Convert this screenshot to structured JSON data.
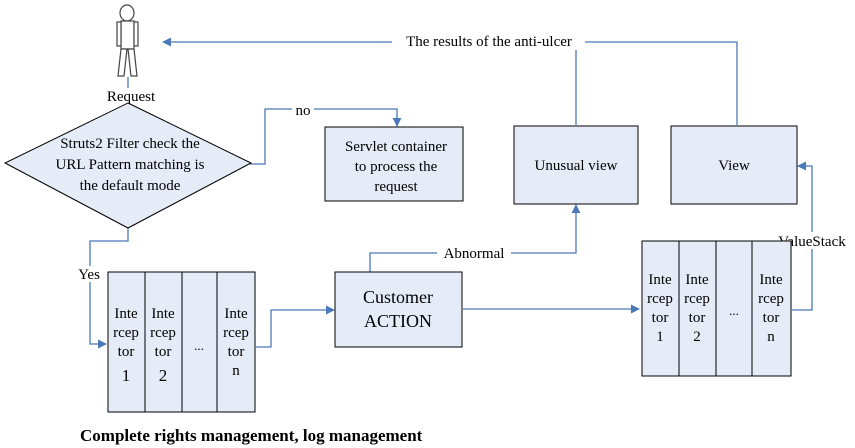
{
  "actor": {
    "label": "Request"
  },
  "top_arrow": {
    "label": "The results of the anti-ulcer"
  },
  "decision": {
    "lines": [
      "Struts2 Filter check the",
      "URL Pattern matching is",
      "the default mode"
    ],
    "no_label": "no",
    "yes_label": "Yes"
  },
  "servlet_box": {
    "lines": [
      "Servlet container",
      "to process the",
      "request"
    ]
  },
  "unusual_view": {
    "label": "Unusual view"
  },
  "view": {
    "label": "View"
  },
  "action": {
    "lines": [
      "Customer",
      "ACTION"
    ]
  },
  "abnormal_label": "Abnormal",
  "valuestack_label": "ValueStack",
  "interceptors_left": [
    {
      "lines": [
        "Inte",
        "rcep",
        "tor",
        "1"
      ]
    },
    {
      "lines": [
        "Inte",
        "rcep",
        "tor",
        "2"
      ]
    },
    {
      "lines": [
        "..."
      ]
    },
    {
      "lines": [
        "Inte",
        "rcep",
        "tor",
        "n"
      ]
    }
  ],
  "interceptors_right": [
    {
      "lines": [
        "Inte",
        "rcep",
        "tor",
        "1"
      ]
    },
    {
      "lines": [
        "Inte",
        "rcep",
        "tor",
        "2"
      ]
    },
    {
      "lines": [
        "..."
      ]
    },
    {
      "lines": [
        "Inte",
        "rcep",
        "tor",
        "n"
      ]
    }
  ],
  "caption": "Complete rights management, log management",
  "colors": {
    "box_fill": "#e6ecf7",
    "line": "#4a78b8",
    "stroke": "#000000"
  }
}
